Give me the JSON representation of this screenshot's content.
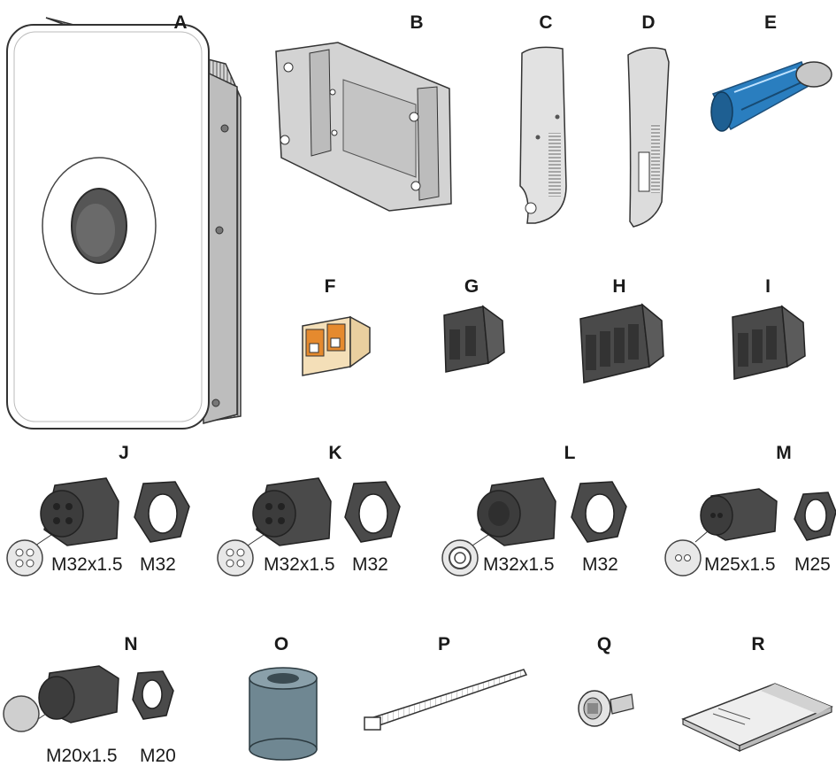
{
  "colors": {
    "outline": "#3a3a3a",
    "dark_part": "#4a4a4a",
    "metal": "#c9c9c9",
    "white_housing": "#ffffff",
    "blue_tool": "#2a7ebf",
    "orange_terminal": "#e58a2e",
    "ferrite": "#6f8792",
    "insert": "#d9d9d9"
  },
  "items": [
    {
      "letter": "A"
    },
    {
      "letter": "B"
    },
    {
      "letter": "C"
    },
    {
      "letter": "D"
    },
    {
      "letter": "E"
    },
    {
      "letter": "F"
    },
    {
      "letter": "G"
    },
    {
      "letter": "H"
    },
    {
      "letter": "I"
    },
    {
      "letter": "J",
      "gland_size": "M32x1.5",
      "nut_size": "M32"
    },
    {
      "letter": "K",
      "gland_size": "M32x1.5",
      "nut_size": "M32"
    },
    {
      "letter": "L",
      "gland_size": "M32x1.5",
      "nut_size": "M32"
    },
    {
      "letter": "M",
      "gland_size": "M25x1.5",
      "nut_size": "M25"
    },
    {
      "letter": "N",
      "gland_size": "M20x1.5",
      "nut_size": "M20"
    },
    {
      "letter": "O"
    },
    {
      "letter": "P"
    },
    {
      "letter": "Q"
    },
    {
      "letter": "R"
    }
  ]
}
